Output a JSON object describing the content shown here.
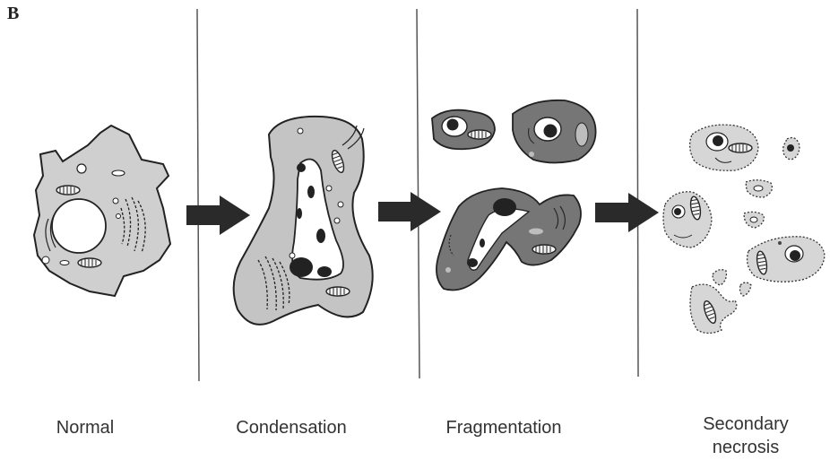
{
  "panel_label": "B",
  "stages": [
    {
      "label": "Normal"
    },
    {
      "label": "Condensation"
    },
    {
      "label": "Fragmentation"
    },
    {
      "label": "Secondary\nnecrosis"
    }
  ],
  "colors": {
    "normal_cytoplasm": "#cfcfcf",
    "condensed_cytoplasm": "#c4c4c4",
    "fragment_dark": "#767676",
    "necrotic_pale": "#d6d6d6",
    "chromatin": "#222222",
    "arrow": "#2a2a2a",
    "divider": "#555555",
    "outline": "#222222"
  },
  "icons": {
    "arrow": "right-arrow-icon"
  }
}
